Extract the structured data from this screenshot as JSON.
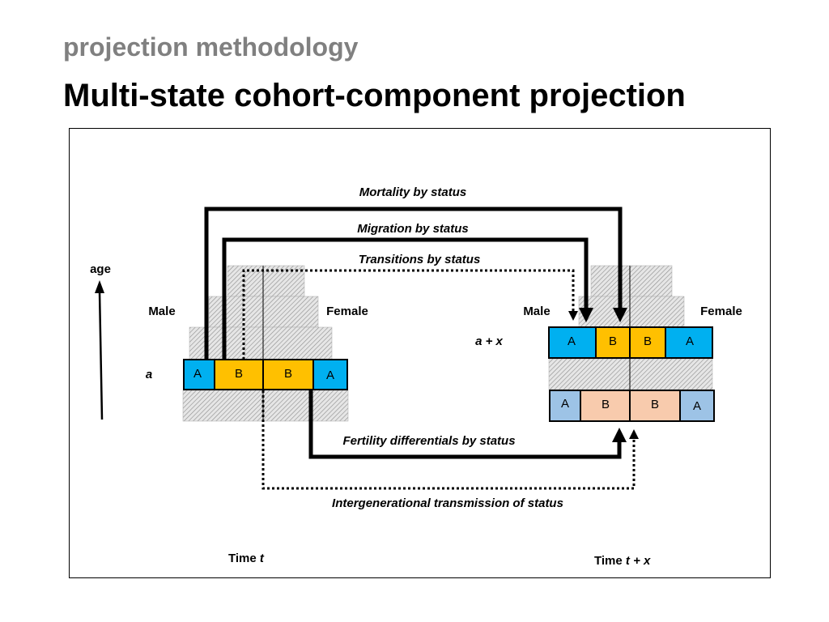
{
  "header": {
    "subtitle": "projection methodology",
    "title": "Multi-state cohort-component projection"
  },
  "diagram": {
    "flows": {
      "mortality": "Mortality by status",
      "migration": "Migration by status",
      "transitions": "Transitions by status",
      "fertility": "Fertility differentials by status",
      "intergenerational": "Intergenerational transmission of status"
    },
    "axis": {
      "age": "age"
    },
    "left": {
      "male": "Male",
      "female": "Female",
      "age_label": "a",
      "time_prefix": "Time ",
      "time_var": "t",
      "boxes": [
        "A",
        "B",
        "B",
        "A"
      ]
    },
    "right": {
      "male": "Male",
      "female": "Female",
      "age_label": "a + x",
      "time_prefix": "Time ",
      "time_var": "t + x",
      "upper_boxes": [
        "A",
        "B",
        "B",
        "A"
      ],
      "lower_boxes": [
        "A",
        "B",
        "B",
        "A"
      ]
    },
    "colors": {
      "status_a": "#00B0F0",
      "status_b": "#FFC000",
      "newborn_a": "#9DC3E6",
      "newborn_b": "#F8CBAD",
      "hatch_bg": "#d9d9d9"
    }
  }
}
